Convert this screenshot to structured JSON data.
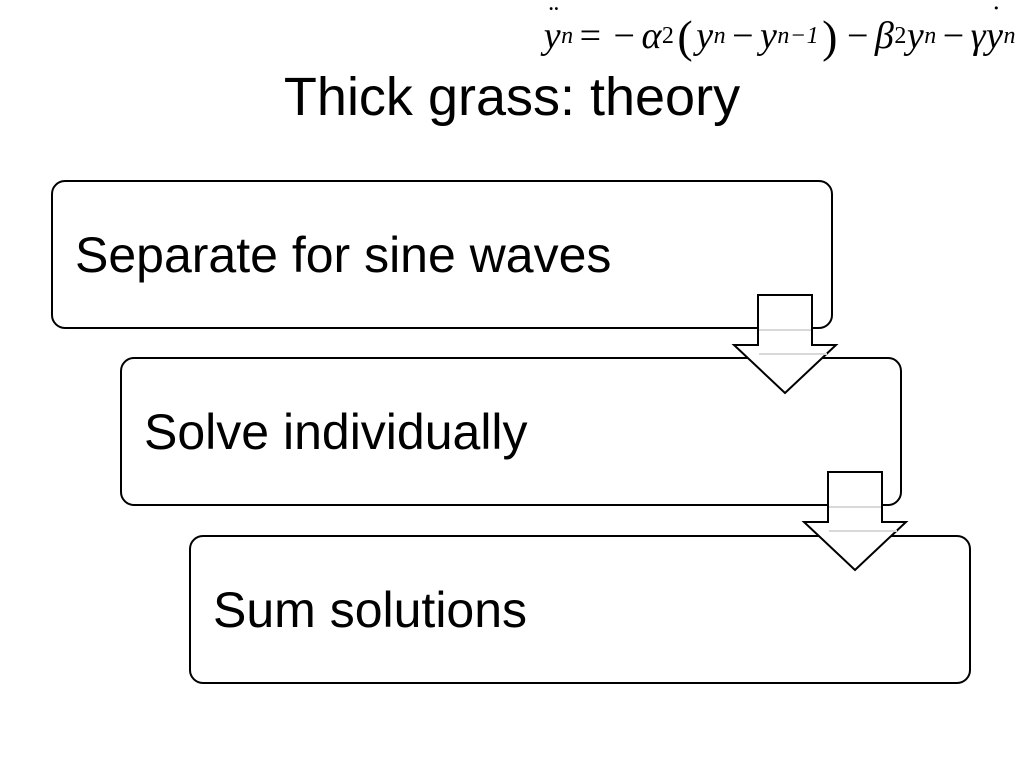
{
  "slide": {
    "title": "Thick grass: theory"
  },
  "equation": {
    "y": "y",
    "n": "n",
    "n_minus_1": "n−1",
    "eq": "=",
    "minus": "−",
    "alpha": "α",
    "beta": "β",
    "gamma": "γ",
    "two": "2",
    "lparen": "(",
    "rparen": ")",
    "double_dot": "¨",
    "single_dot": "˙"
  },
  "steps": [
    {
      "label": "Separate for sine waves"
    },
    {
      "label": "Solve individually"
    },
    {
      "label": "Sum solutions"
    }
  ],
  "colors": {
    "stroke": "#000000",
    "fill": "#ffffff",
    "arrow_band": "#d9d9d9"
  }
}
